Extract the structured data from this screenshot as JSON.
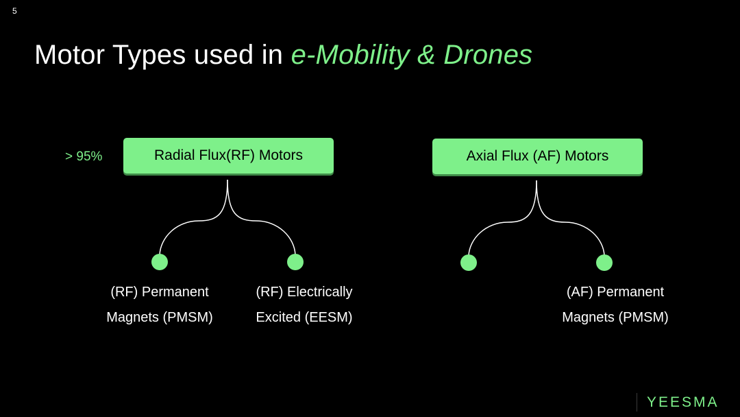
{
  "page_number": "5",
  "title": {
    "prefix": "Motor Types used in ",
    "highlight": "e-Mobility & Drones"
  },
  "colors": {
    "background": "#000000",
    "accent": "#7ef08a",
    "text": "#ffffff"
  },
  "diagram": {
    "radial": {
      "label": "Radial Flux(RF) Motors",
      "share": "> 95%",
      "children": [
        {
          "line1": "(RF) Permanent",
          "line2": "Magnets (PMSM)"
        },
        {
          "line1": "(RF) Electrically",
          "line2": "Excited (EESM)"
        }
      ]
    },
    "axial": {
      "label": "Axial Flux (AF) Motors",
      "children": [
        {
          "line1": "",
          "line2": ""
        },
        {
          "line1": "(AF) Permanent",
          "line2": "Magnets (PMSM)"
        }
      ]
    }
  },
  "brand": "YEESMA"
}
